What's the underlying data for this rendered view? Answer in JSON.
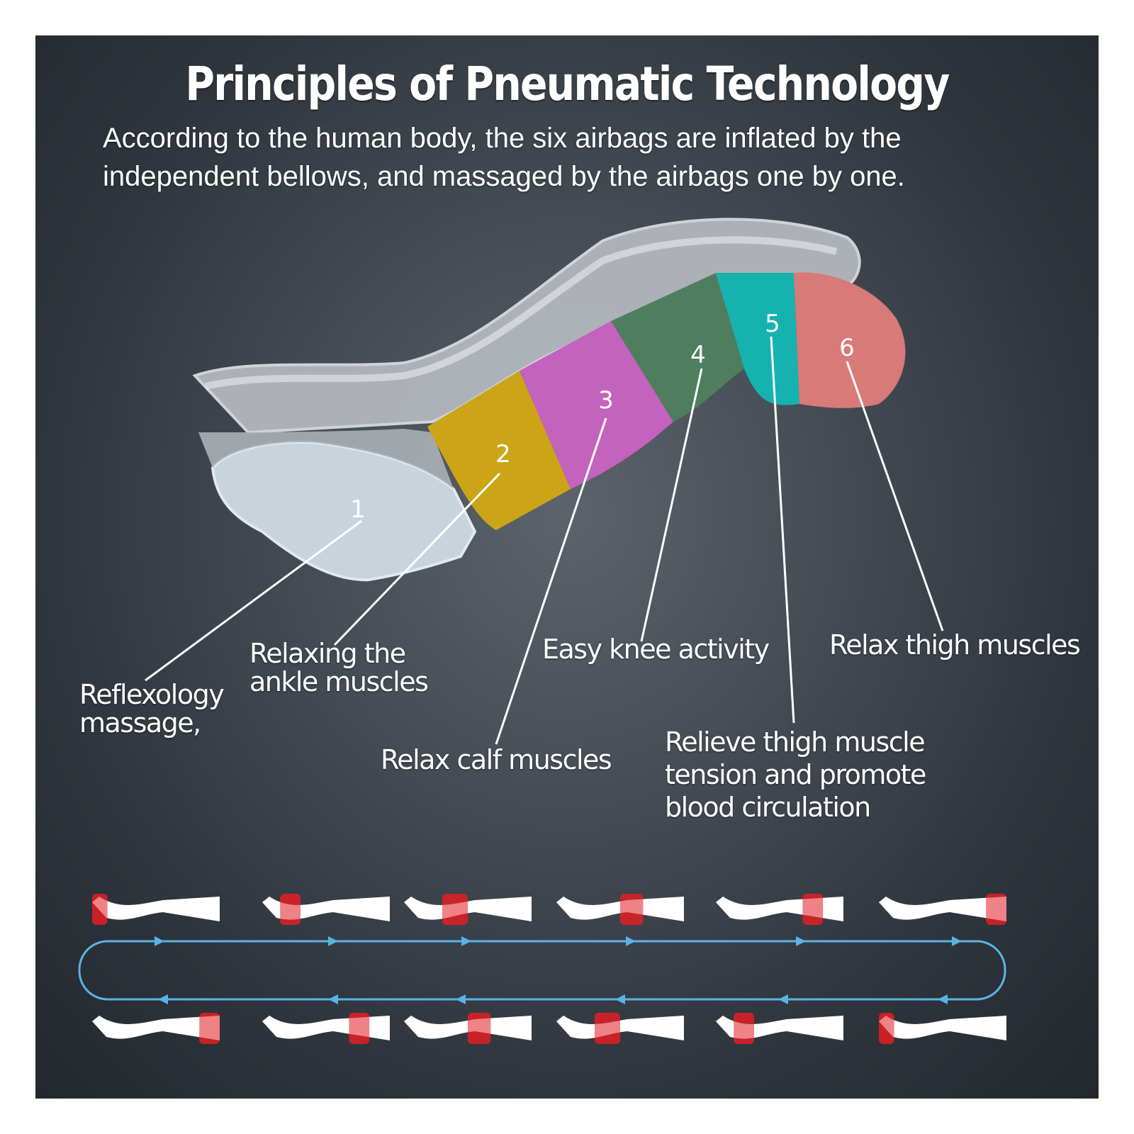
{
  "title": "Principles of Pneumatic Technology",
  "subtitle": "According to the human body, the six airbags are inflated by the independent bellows, and massaged by the airbags one by one.",
  "airbags": [
    {
      "number": "1",
      "label": "Reflexology\nmassage,",
      "color": "#c9d3db"
    },
    {
      "number": "2",
      "label": "Relaxing the\nankle muscles",
      "color": "#cba517"
    },
    {
      "number": "3",
      "label": "Relax calf muscles",
      "color": "#c463bd"
    },
    {
      "number": "4",
      "label": "Easy knee activity",
      "color": "#4f7e5e"
    },
    {
      "number": "5",
      "label": "Relieve thigh muscle\ntension and promote\nblood circulation",
      "color": "#16b2b0"
    },
    {
      "number": "6",
      "label": "Relax thigh muscles",
      "color": "#d77a78"
    }
  ],
  "colors": {
    "highlight": "#e01f25",
    "cycle_line": "#5ab3e6",
    "leg": "#ffffff"
  }
}
